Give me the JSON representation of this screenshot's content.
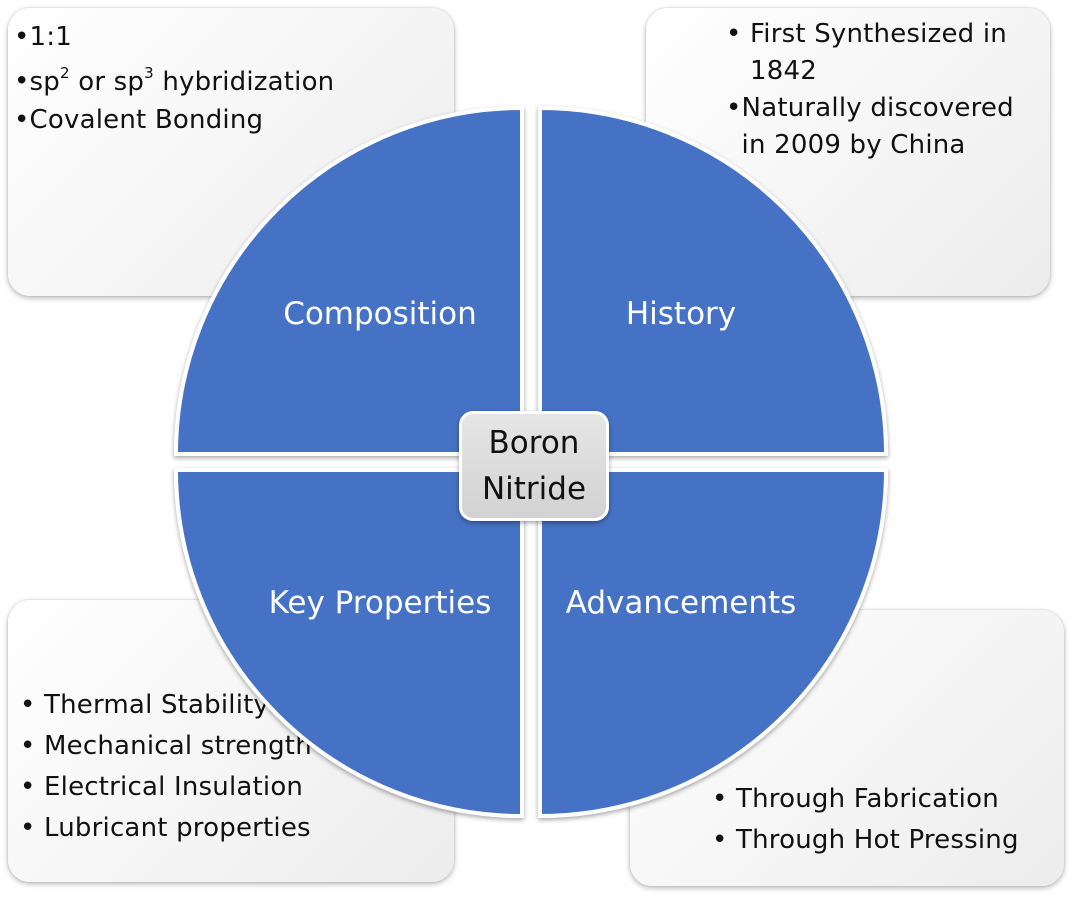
{
  "center": {
    "line1": "Boron",
    "line2": "Nitride"
  },
  "quadrants": {
    "composition": "Composition",
    "history": "History",
    "key_properties": "Key Properties",
    "advancements": "Advancements"
  },
  "composition_items": [
    {
      "bullet": "•",
      "before": "1:1"
    },
    {
      "bullet": "•",
      "before": "sp",
      "sup1": "2",
      "middle": " or sp",
      "sup2": "3",
      "after": " hybridization"
    },
    {
      "bullet": "•",
      "before": "Covalent Bonding"
    }
  ],
  "history_items": [
    {
      "bullet": "• ",
      "text": "First Synthesized in 1842"
    },
    {
      "bullet": "•",
      "text": "Naturally discovered in 2009 by China"
    }
  ],
  "key_properties_items": [
    {
      "bullet": "• ",
      "text": "Thermal Stability"
    },
    {
      "bullet": "• ",
      "text": "Mechanical strength"
    },
    {
      "bullet": "• ",
      "text": "Electrical Insulation"
    },
    {
      "bullet": "• ",
      "text": "Lubricant properties"
    }
  ],
  "advancements_items": [
    {
      "bullet": "• ",
      "text": "Through Fabrication"
    },
    {
      "bullet": "• ",
      "text": "Through Hot Pressing"
    }
  ],
  "colors": {
    "quadrant_fill": "#4472c4",
    "quadrant_stroke": "#ffffff",
    "center_fill": "#d9d9d9"
  }
}
